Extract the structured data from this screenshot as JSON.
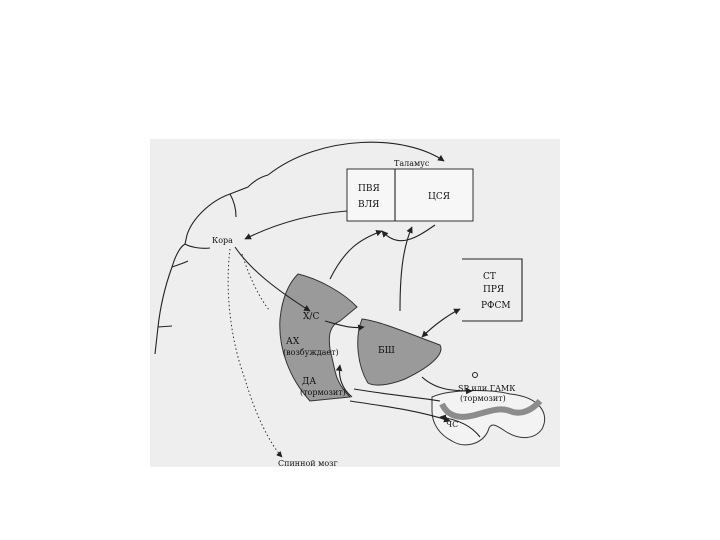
{
  "labels": {
    "thalamus": "Таламус",
    "pvya": "ПВЯ",
    "vlya": "ВЛЯ",
    "tsya": "ЦСЯ",
    "cortex": "Кора",
    "st": "СТ",
    "prya": "ПРЯ",
    "rfsm": "РФСМ",
    "xs": "Х/С",
    "ah": "АХ",
    "ah_note": "(возбуждает)",
    "bsh": "БШ",
    "da": "ДА",
    "da_note": "(тормозит)",
    "sp_gamk": "SP или ГАМК",
    "sp_note": "(тормозит)",
    "chs": "ЧС",
    "spinal": "Спинной мозг"
  },
  "colors": {
    "panel_bg": "#eeeeee",
    "shaded_region": "#9a9a9a",
    "stroke": "#222222"
  }
}
